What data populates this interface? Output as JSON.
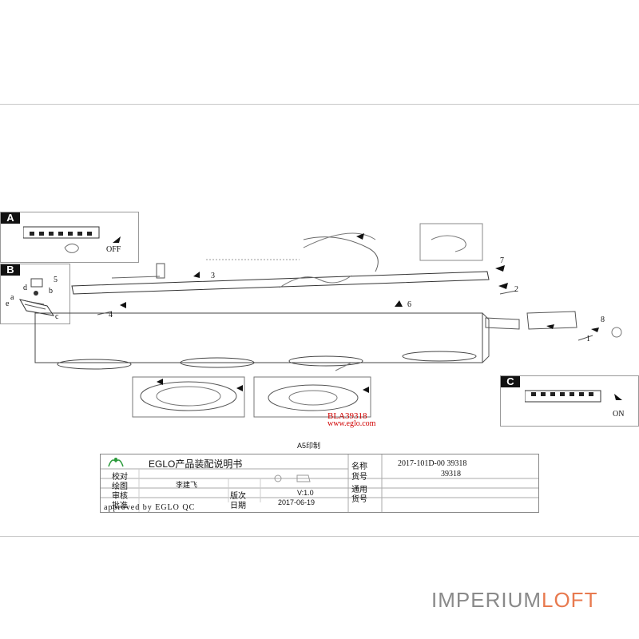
{
  "panels": {
    "a_tag": "A",
    "a_off": "OFF",
    "b_tag": "B",
    "b_letters": [
      "a",
      "b",
      "c",
      "d",
      "e"
    ],
    "b_num": "5",
    "c_tag": "C",
    "c_on": "ON"
  },
  "callouts": [
    "1",
    "2",
    "3",
    "4",
    "6",
    "7",
    "8"
  ],
  "model": {
    "code": "BLA39318",
    "url": "www.eglo.com"
  },
  "print_note": "A5印制",
  "title_block": {
    "logo_text": "EGLO",
    "title": "EGLO产品装配说明书",
    "rows_left": [
      "校对",
      "绘图",
      "审核",
      "批准"
    ],
    "drawer": "李建飞",
    "version_label": "版次",
    "version": "V:1.0",
    "date_label": "日期",
    "date": "2017-06-19",
    "name_label": "名称",
    "name_value": "2017-101D-00 39318",
    "item_label": "货号",
    "item_value": "39318",
    "general_label": "通用",
    "general_item_label": "货号",
    "approved": "approved by EGLO QC"
  },
  "watermark": {
    "part1": "IMPERIUM",
    "part2": "LOFT",
    "color1": "#8a8a8a",
    "color2": "#e87a4f"
  }
}
